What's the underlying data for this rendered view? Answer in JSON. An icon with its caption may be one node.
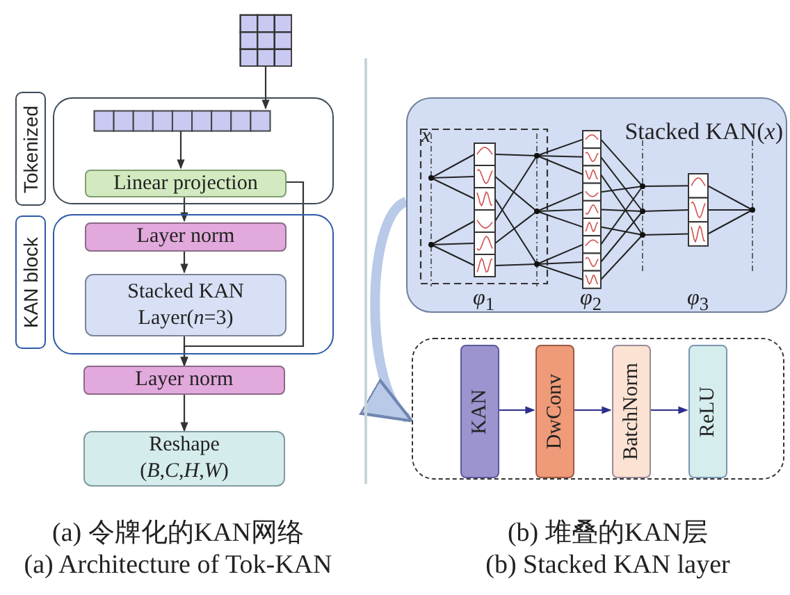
{
  "diagram": {
    "nodes": [
      {
        "text": [],
        "shape": "picture"
      },
      {
        "text": [
          "Tokenized"
        ]
      },
      {
        "text": [],
        "shape": "bar",
        "in": 1
      },
      {
        "text": [
          "Linear projection"
        ],
        "in": 1
      },
      {
        "text": [
          "KAN block"
        ]
      },
      {
        "text": [
          "Layer norm"
        ],
        "in": 4
      },
      {
        "text": [
          "Stacked KAN Layer(*n*=3)"
        ],
        "in": 4
      },
      {
        "text": [
          "Layer norm"
        ]
      },
      {
        "text": [
          "Reshape (*B*,*C*,*H*,*W*)"
        ]
      },
      {
        "text": [
          "Stacked KAN(*x*)"
        ]
      },
      {
        "text": [],
        "shape": "box"
      },
      {
        "text": [
          "KAN"
        ],
        "in": 10
      },
      {
        "text": [
          "DwConv"
        ],
        "in": 10
      },
      {
        "text": [
          "BatchNorm"
        ],
        "in": 10
      },
      {
        "text": [
          "ReLU"
        ],
        "in": 10
      }
    ],
    "edges": [
      {
        "from": 0,
        "to": 2,
        "arrow": "to"
      },
      {
        "from": 2,
        "to": 3,
        "arrow": "to"
      },
      {
        "from": 3,
        "to": 5,
        "arrow": "to"
      },
      {
        "from": 5,
        "to": 6,
        "arrow": "to"
      },
      {
        "from": 6,
        "to": 7,
        "arrow": "to"
      },
      {
        "from": 3,
        "to": 7,
        "arrow": "to"
      },
      {
        "from": 7,
        "to": 8,
        "arrow": "to"
      },
      {
        "from": 9,
        "to": 10,
        "arrow": "to",
        "style": "thick",
        "color": "#b9c9e8"
      },
      {
        "from": 11,
        "to": 12,
        "arrow": "to",
        "color": "#2b2f8c"
      },
      {
        "from": 12,
        "to": 13,
        "arrow": "to",
        "color": "#2b2f8c"
      },
      {
        "from": 13,
        "to": 14,
        "arrow": "to",
        "color": "#2b2f8c"
      }
    ],
    "labels": [
      "x",
      "*φ*$_{1}$",
      "*φ*$_{2}$",
      "*φ*$_{3}$",
      "(a) 令牌化的KAN网络",
      "(b) 堆叠的KAN层",
      "(a) Architecture of Tok-KAN",
      "(b) Stacked KAN layer"
    ]
  }
}
